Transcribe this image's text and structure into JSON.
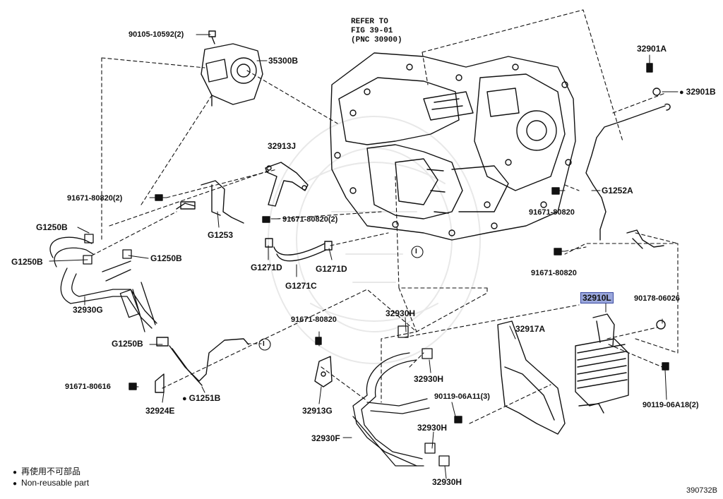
{
  "diagram": {
    "refer": [
      "REFER TO",
      "FIG 39-01",
      "(PNC 30900)"
    ],
    "labels": {
      "p90105_10592": "90105-10592(2)",
      "p35300B": "35300B",
      "p32901A": "32901A",
      "p32901B": "32901B",
      "p32913J": "32913J",
      "p91671_80820_2a": "91671-80820(2)",
      "p91671_80820_2b": "91671-80820(2)",
      "p91671_80820_r1": "91671-80820",
      "p91671_80820_r2": "91671-80820",
      "p91671_80820_c": "91671-80820",
      "p91671_80616": "91671-80616",
      "pG1252A": "G1252A",
      "pG1253": "G1253",
      "pG1250B_1": "G1250B",
      "pG1250B_2": "G1250B",
      "pG1250B_3": "G1250B",
      "pG1250B_4": "G1250B",
      "pG1271D_1": "G1271D",
      "pG1271D_2": "G1271D",
      "pG1271C": "G1271C",
      "p32930G": "32930G",
      "p32930H_1": "32930H",
      "p32930H_2": "32930H",
      "p32930H_3": "32930H",
      "p32930H_4": "32930H",
      "p32910L": "32910L",
      "p90178_06026": "90178-06026",
      "p32917A": "32917A",
      "p90119_06A11": "90119-06A11(3)",
      "p90119_06A18": "90119-06A18(2)",
      "pG1251B": "G1251B",
      "p32924E": "32924E",
      "p32913G": "32913G",
      "p32930F": "32930F",
      "circleI_1": "I",
      "circleI_2": "I"
    },
    "legend": {
      "cn": "再使用不可部品",
      "en": "Non-reusable part"
    },
    "figure_code": "390732B",
    "highlight_color": "#9aa7dc"
  }
}
